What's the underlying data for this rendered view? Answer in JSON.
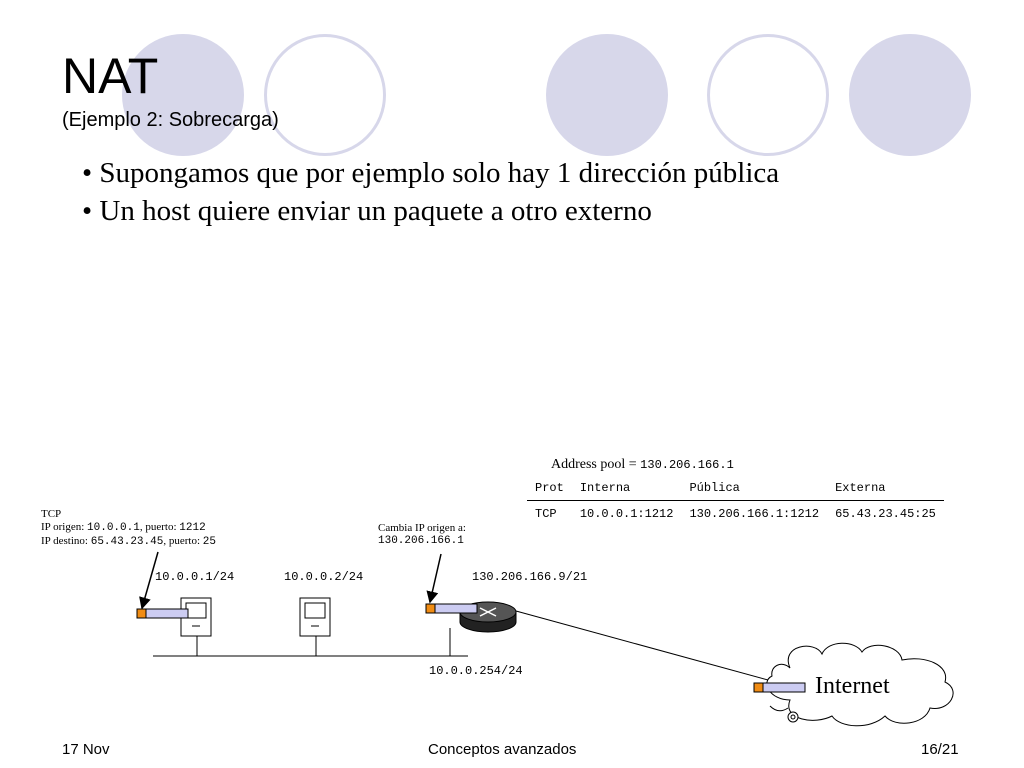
{
  "slide": {
    "title": "NAT",
    "subtitle": "(Ejemplo 2: Sobrecarga)",
    "bullets": [
      "• Supongamos que por ejemplo solo hay 1 dirección pública",
      "• Un host quiere enviar un paquete a otro externo"
    ]
  },
  "packet": {
    "proto": "TCP",
    "src_label": "IP origen: ",
    "src_ip": "10.0.0.1",
    "src_port_label": ",  puerto: ",
    "src_port": "1212",
    "dst_label": "IP destino: ",
    "dst_ip": "65.43.23.45",
    "dst_port_label": ",  puerto: ",
    "dst_port": "25"
  },
  "router_note": {
    "line1": "Cambia IP origen a:",
    "line2": "130.206.166.1"
  },
  "pool": {
    "label": "Address pool = ",
    "value": "130.206.166.1",
    "headers": [
      "Prot",
      "Interna",
      "Pública",
      "Externa"
    ],
    "row": [
      "TCP",
      "10.0.0.1:1212",
      "130.206.166.1:1212",
      "65.43.23.45:25"
    ]
  },
  "network": {
    "host1_ip": "10.0.0.1/24",
    "host2_ip": "10.0.0.2/24",
    "router_wan_ip": "130.206.166.9/21",
    "router_lan_ip": "10.0.0.254/24",
    "cloud_label": "Internet"
  },
  "footer": {
    "date": "17 Nov",
    "topic": "Conceptos avanzados",
    "page": "16/21"
  },
  "colors": {
    "circle": "#d7d7ea",
    "packet_fill": "#ccccf2",
    "packet_header": "#f08c14"
  }
}
